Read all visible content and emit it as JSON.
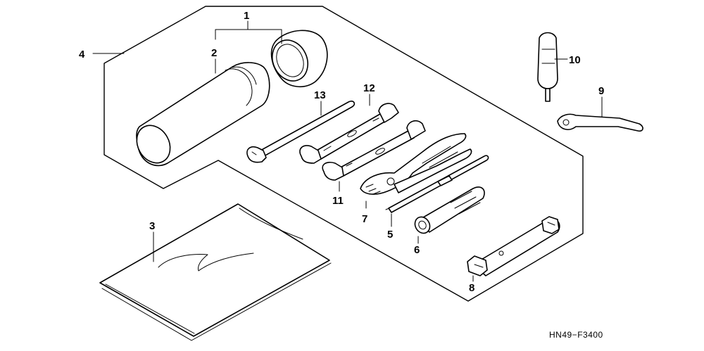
{
  "diagram": {
    "code": "HN49−F3400",
    "callouts": [
      "1",
      "2",
      "3",
      "4",
      "5",
      "6",
      "7",
      "8",
      "9",
      "10",
      "11",
      "12",
      "13"
    ],
    "parts": [
      {
        "number": "1"
      },
      {
        "number": "2"
      },
      {
        "number": "3"
      },
      {
        "number": "4"
      },
      {
        "number": "5"
      },
      {
        "number": "6"
      },
      {
        "number": "7"
      },
      {
        "number": "8"
      },
      {
        "number": "9"
      },
      {
        "number": "10"
      },
      {
        "number": "11"
      },
      {
        "number": "12"
      },
      {
        "number": "13"
      }
    ]
  }
}
